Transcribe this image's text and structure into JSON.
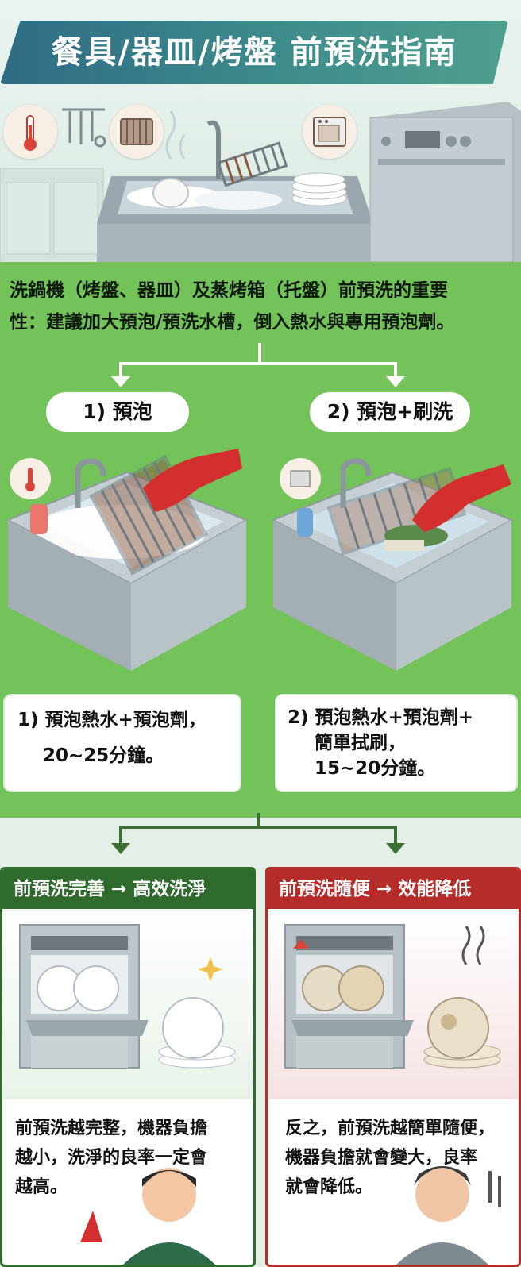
{
  "title": "餐具/器皿/烤盤 前預洗指南",
  "intro": {
    "line1": "洗鍋機（烤盤、器皿）及蒸烤箱（托盤）前預洗的重要",
    "line2": "性：建議加大預泡/預洗水槽，倒入熱水與專用預泡劑。"
  },
  "steps": [
    {
      "label": "1) 預泡",
      "desc_line1": "1) 預泡熱水+預泡劑，",
      "desc_line2": "20~25分鐘。"
    },
    {
      "label": "2) 預泡+刷洗",
      "desc_line1": "2) 預泡熱水+預泡劑+",
      "desc_line2": "簡單拭刷，",
      "desc_line3": "15~20分鐘。"
    }
  ],
  "outcomes": [
    {
      "heading": "前預洗完善 → 高效洗淨",
      "color": "#2f6b2c",
      "line1": "前預洗越完整，機器負擔",
      "line2": "越小，洗淨的良率一定會",
      "line3": "越高。"
    },
    {
      "heading": "前預洗隨便 → 效能降低",
      "color": "#b52d2a",
      "line1": "反之，前預洗越簡單隨便，",
      "line2": "機器負擔就會變大，良率",
      "line3": "就會降低。"
    }
  ],
  "icons": [
    "thermometer-icon",
    "utensils-icon",
    "grill-tray-icon",
    "oven-icon",
    "dishwasher-icon",
    "sparkle-icon",
    "steam-icon",
    "thumbs-up-icon"
  ]
}
